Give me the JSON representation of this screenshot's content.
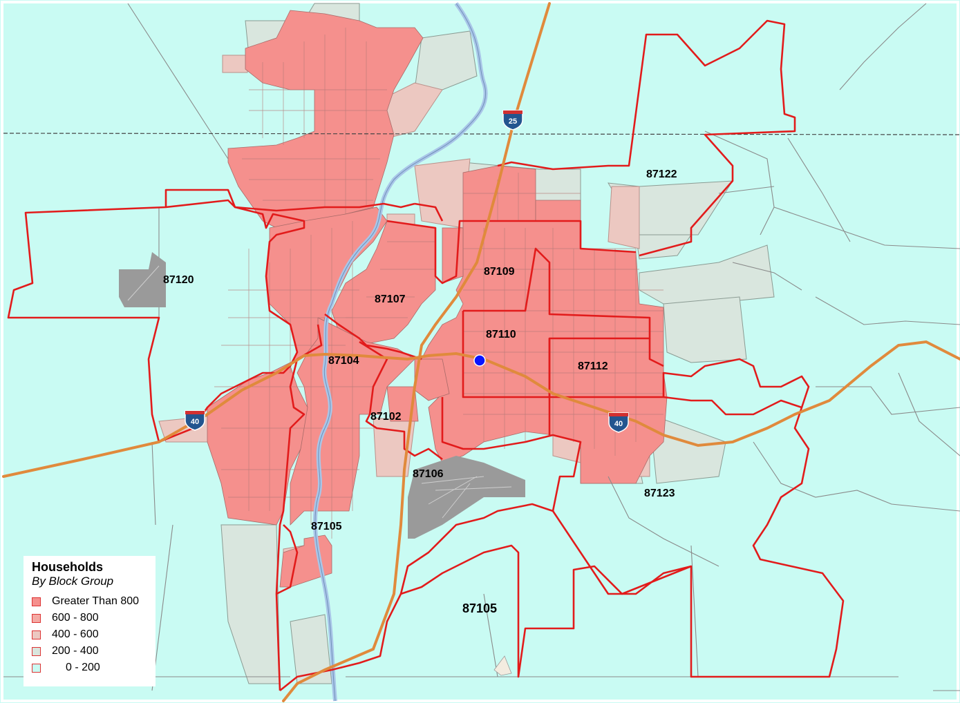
{
  "legend": {
    "title": "Households",
    "subtitle": "By Block Group",
    "classes": [
      {
        "label": "Greater Than 800",
        "color": "#f5908d"
      },
      {
        "label": "600 - 800",
        "color": "#f4aaa4"
      },
      {
        "label": "400 - 600",
        "color": "#ecc8c1"
      },
      {
        "label": "200 - 400",
        "color": "#d9e6de"
      },
      {
        "label": "0 - 200",
        "color": "#c9fbf3"
      }
    ]
  },
  "zip_labels": [
    "87122",
    "87120",
    "87109",
    "87107",
    "87110",
    "87104",
    "87112",
    "87102",
    "87106",
    "87123",
    "87105",
    "87105"
  ],
  "highways": [
    "25",
    "40",
    "40"
  ],
  "colors": {
    "boundary": "#e21b1b",
    "highway": "#e08a3c",
    "river": "#a9c6e8",
    "road": "#8a8a8a",
    "airport": "#9a9a9a",
    "marker": "#0a14ff"
  }
}
